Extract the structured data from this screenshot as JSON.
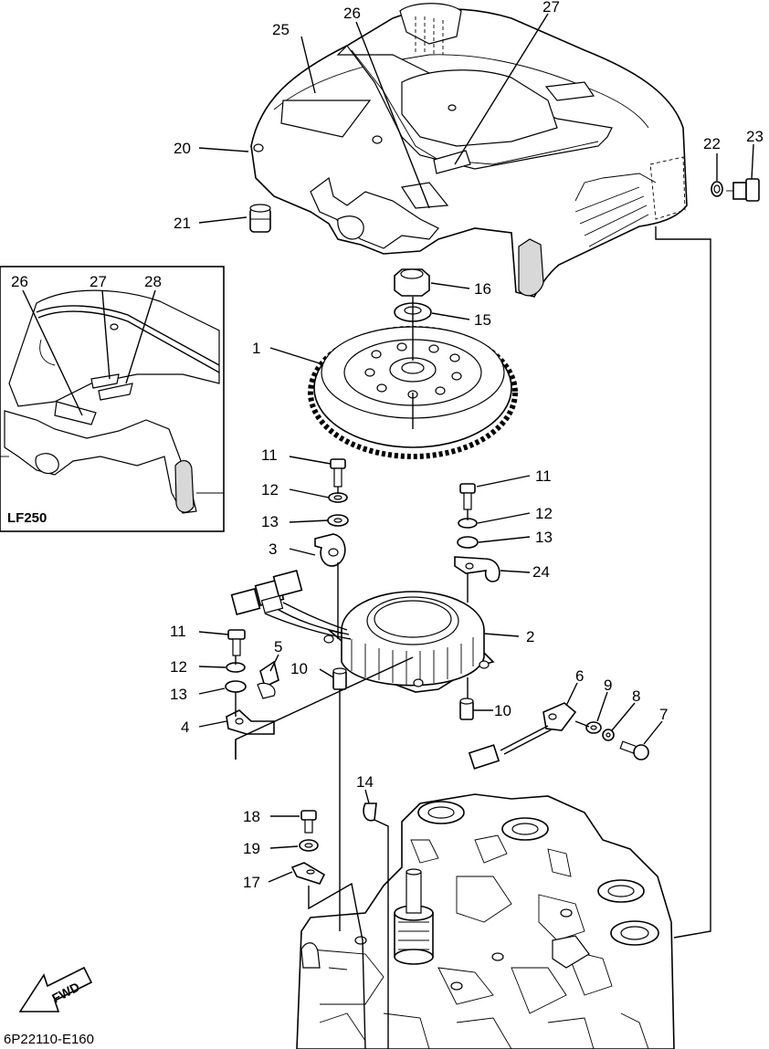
{
  "callouts": {
    "c1": "1",
    "c2": "2",
    "c3": "3",
    "c4": "4",
    "c5": "5",
    "c6": "6",
    "c7": "7",
    "c8": "8",
    "c9": "9",
    "c10a": "10",
    "c10b": "10",
    "c11a": "11",
    "c11b": "11",
    "c11c": "11",
    "c12a": "12",
    "c12b": "12",
    "c12c": "12",
    "c13a": "13",
    "c13b": "13",
    "c13c": "13",
    "c14": "14",
    "c15": "15",
    "c16": "16",
    "c17": "17",
    "c18": "18",
    "c19": "19",
    "c20": "20",
    "c21": "21",
    "c22": "22",
    "c23": "23",
    "c24": "24",
    "c25": "25",
    "c26": "26",
    "c27": "27"
  },
  "inset": {
    "model": "LF250",
    "c26": "26",
    "c27": "27",
    "c28": "28"
  },
  "fwd_arrow": {
    "label": "FWD",
    "icon": "forward-arrow-icon"
  },
  "figure_code": "6P22110-E160"
}
